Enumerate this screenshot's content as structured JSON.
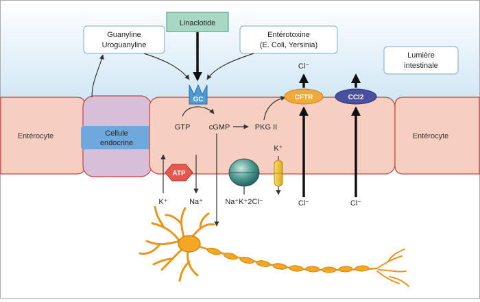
{
  "labels": {
    "linaclotide": "Linaclotide",
    "guanylin_line1": "Guanyline",
    "guanylin_line2": "Uroguanyline",
    "enterotoxin_line1": "Entérotoxine",
    "enterotoxin_line2": "(E. Coli, Yersinia)",
    "lumen_line1": "Lumière",
    "lumen_line2": "intestinale",
    "enterocyte_left": "Entérocyte",
    "enterocyte_right": "Entérocyte",
    "endocrine_line1": "Cellule",
    "endocrine_line2": "endocrine",
    "gc": "GC",
    "gtp": "GTP",
    "cgmp": "cGMP",
    "pkg": "PKG II",
    "cftr": "CFTR",
    "ccl2": "CCl2",
    "atp": "ATP",
    "k_plus_left": "K⁺",
    "na_plus": "Na⁺",
    "nakcl": "Na⁺K⁺2Cl⁻",
    "k_plus_channel": "K⁺",
    "cl_top": "Cl⁻",
    "cl_bottom_cftr": "Cl⁻",
    "cl_bottom_ccl2": "Cl⁻"
  },
  "colors": {
    "lumen_top": "#ffffff",
    "lumen_bottom": "#cfe6f5",
    "cell": "#f7cfc0",
    "cell_border": "#c8403f",
    "endocrine": "#d7bfd9",
    "endocrine_box": "#6fa8dc",
    "linaclotide_box": "#a6d8c4",
    "gc_receptor": "#4a9bd6",
    "cftr": "#f2a93b",
    "ccl2": "#4a4f9e",
    "atp": "#e8574f",
    "cotransporter": "#2f7a74",
    "k_channel": "#f1c232",
    "neuron": "#f5a623"
  }
}
